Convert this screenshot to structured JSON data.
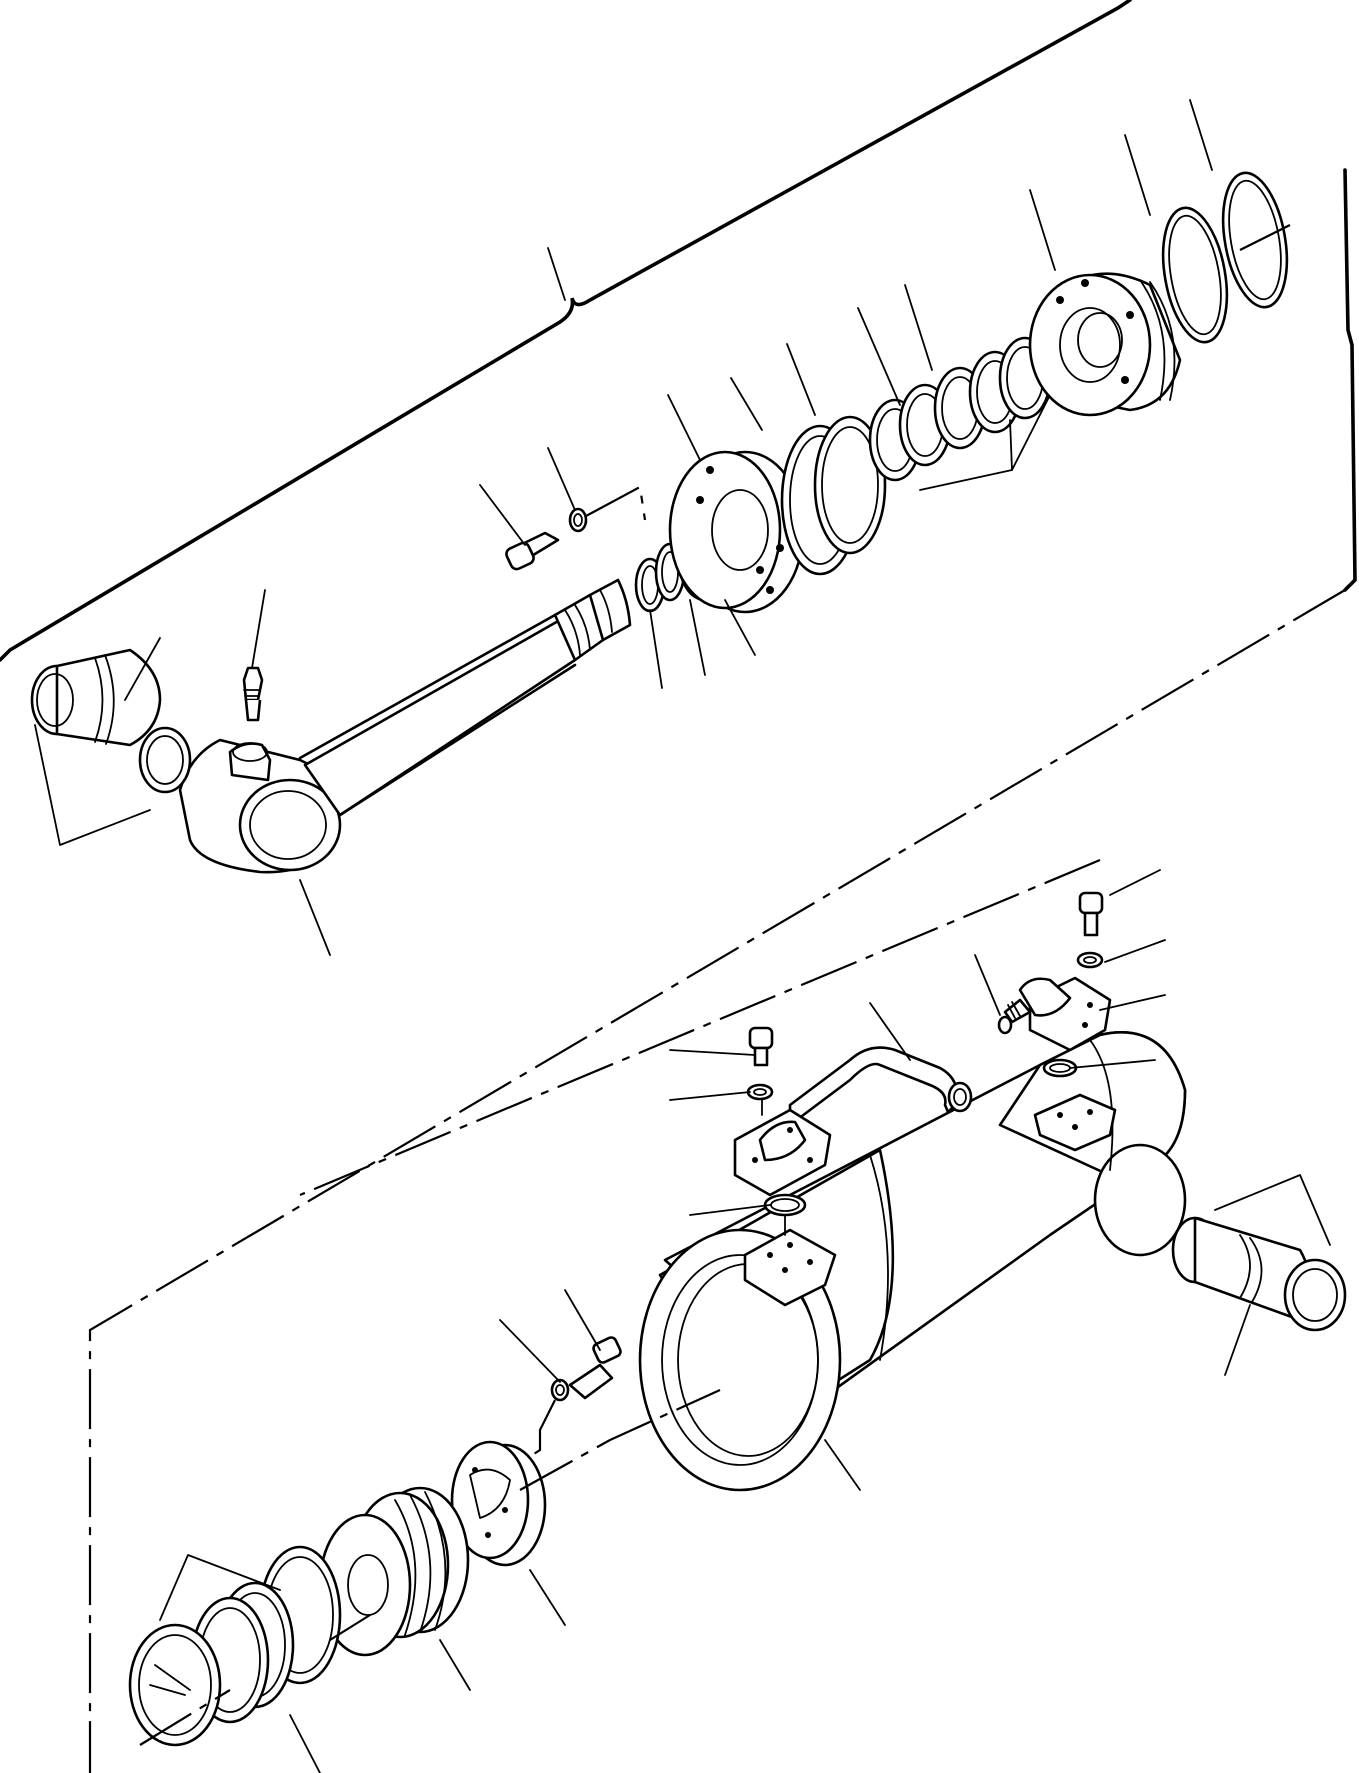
{
  "diagram": {
    "kind": "exploded-parts-view",
    "line_color": "#000000",
    "background": "#ffffff",
    "assemblies": [
      "piston-rod-assembly",
      "cylinder-tube-assembly"
    ]
  }
}
